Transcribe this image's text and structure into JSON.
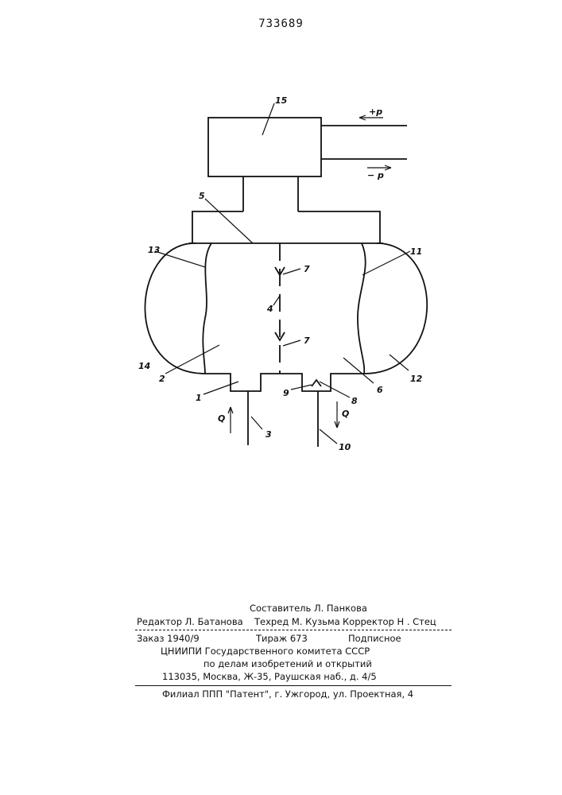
{
  "document": {
    "patent_number": "733689",
    "figure": {
      "labels": {
        "l1": "1",
        "l2": "2",
        "l3": "3",
        "l4": "4",
        "l5": "5",
        "l6": "6",
        "l7a": "7",
        "l7b": "7",
        "l8": "8",
        "l9": "9",
        "l10": "10",
        "l11": "11",
        "l12": "12",
        "l13": "13",
        "l14": "14",
        "l15": "15",
        "plus_p": "+p",
        "minus_p": "− p",
        "q_left": "Q",
        "q_right": "Q"
      }
    },
    "imprint": {
      "composer": "Составитель Л. Панкова",
      "editor": "Редактор Л. Батанова",
      "techred": "Техред М. Кузьма",
      "corrector": "Корректор Н . Стец",
      "order": "Заказ 1940/9",
      "circulation": "Тираж 673",
      "subscription": "Подписное",
      "org_line1": "ЦНИИПИ Государственного комитета СССР",
      "org_line2": "по делам изобретений и открытий",
      "address": "113035, Москва, Ж-35, Раушская наб., д. 4/5",
      "branch": "Филиал ППП \"Патент\", г. Ужгород, ул. Проектная, 4"
    }
  }
}
